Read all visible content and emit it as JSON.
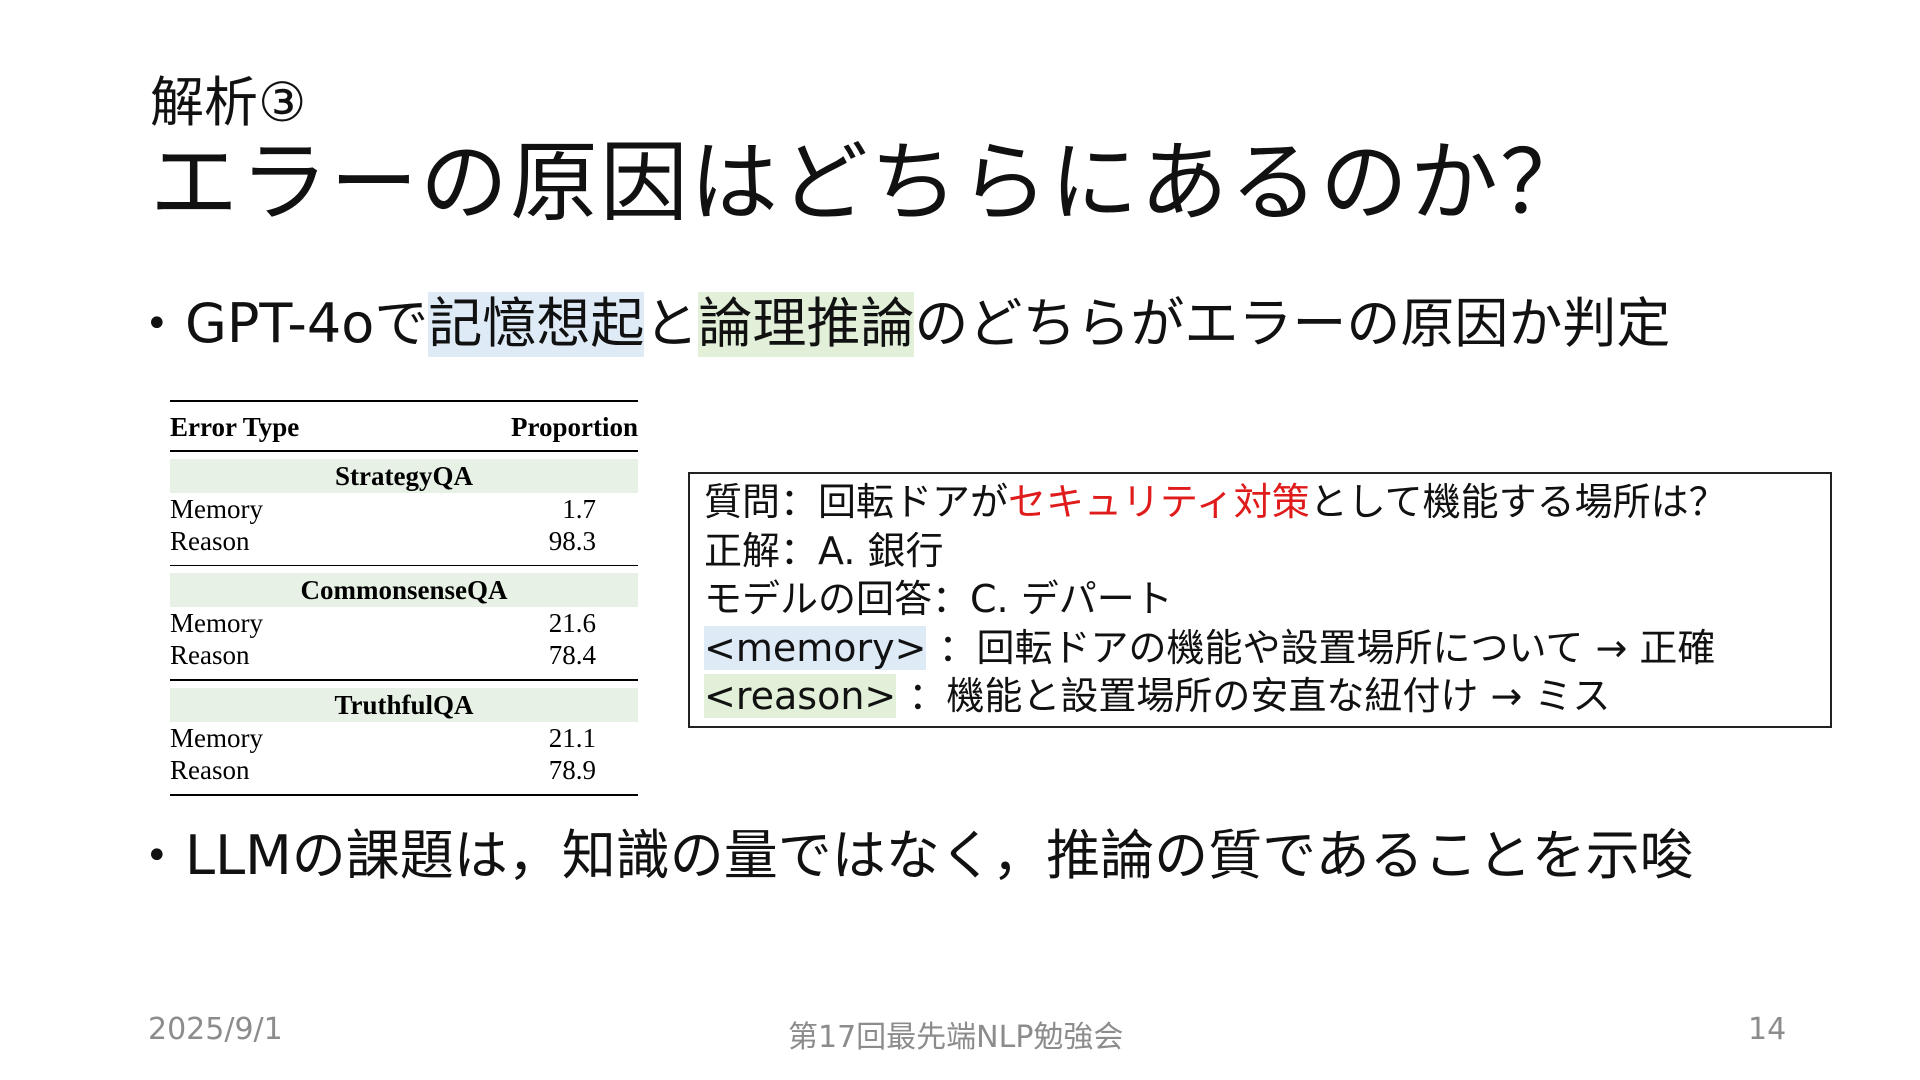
{
  "slide": {
    "kicker": "解析③",
    "title": "エラーの原因はどちらにあるのか？"
  },
  "bullet1": {
    "dot": "•",
    "pre": "GPT-4oで",
    "memory": "記憶想起",
    "mid": "と",
    "reason": "論理推論",
    "post": "のどちらがエラーの原因か判定"
  },
  "table": {
    "headers": [
      "Error Type",
      "Proportion"
    ],
    "groups": [
      {
        "name": "StrategyQA",
        "rows": [
          [
            "Memory",
            "1.7"
          ],
          [
            "Reason",
            "98.3"
          ]
        ]
      },
      {
        "name": "CommonsenseQA",
        "rows": [
          [
            "Memory",
            "21.6"
          ],
          [
            "Reason",
            "78.4"
          ]
        ]
      },
      {
        "name": "TruthfulQA",
        "rows": [
          [
            "Memory",
            "21.1"
          ],
          [
            "Reason",
            "78.9"
          ]
        ]
      }
    ]
  },
  "example": {
    "q_pre": "質問：回転ドアが",
    "q_red": "セキュリティ対策",
    "q_post": "として機能する場所は？",
    "answer": "正解：A. 銀行",
    "model_answer": "モデルの回答：C. デパート",
    "memory_tag": "<memory>",
    "memory_text": "：回転ドアの機能や設置場所について → 正確",
    "reason_tag": "<reason>",
    "reason_text": "：機能と設置場所の安直な紐付け → ミス"
  },
  "bullet2": {
    "dot": "•",
    "text": "LLMの課題は，知識の量ではなく，推論の質であることを示唆"
  },
  "footer": {
    "date": "2025/9/1",
    "event": "第17回最先端NLP勉強会",
    "page": "14"
  },
  "colors": {
    "memory_highlight": "#deebf7",
    "reason_highlight": "#e2f0d9",
    "table_section": "#e8f1e5",
    "emphasis_red": "#e01b1b",
    "footer_gray": "#8c8c8c"
  }
}
